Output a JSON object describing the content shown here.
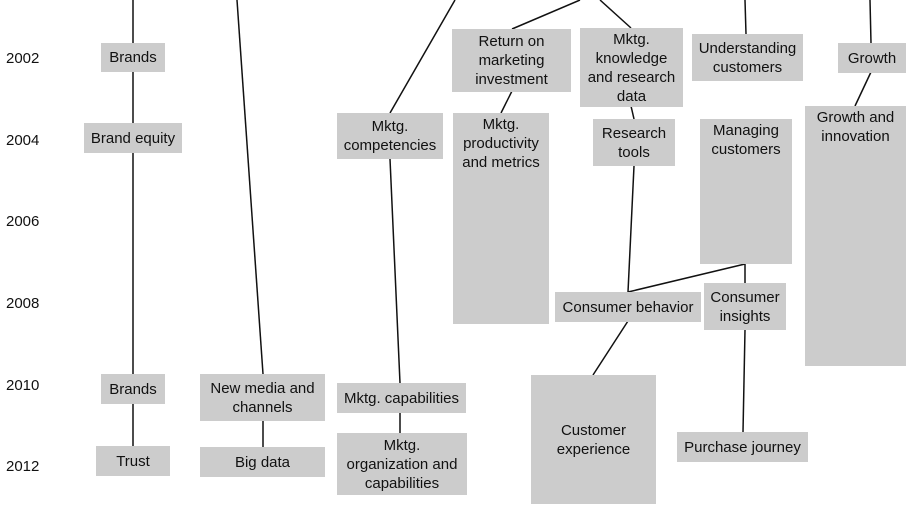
{
  "years": [
    "2002",
    "2004",
    "2006",
    "2008",
    "2010",
    "2012"
  ],
  "nodes": {
    "brands_2002": "Brands",
    "brand_equity": "Brand equity",
    "brands_2010": "Brands",
    "trust": "Trust",
    "new_media": "New media and\nchannels",
    "big_data": "Big data",
    "mktg_competencies": "Mktg.\ncompetencies",
    "mktg_capabilities": "Mktg. capabilities",
    "mktg_org": "Mktg.\norganization and\ncapabilities",
    "return_on_mktg": "Return on\nmarketing\ninvestment",
    "mktg_productivity": "Mktg.\nproductivity\nand metrics",
    "mktg_knowledge": "Mktg.\nknowledge\nand research\ndata",
    "research_tools": "Research\ntools",
    "consumer_behavior": "Consumer behavior",
    "customer_experience": "Customer\nexperience",
    "understanding_customers": "Understanding\ncustomers",
    "managing_customers": "Managing\ncustomers",
    "consumer_insights": "Consumer\ninsights",
    "purchase_journey": "Purchase journey",
    "growth": "Growth",
    "growth_innovation": "Growth and\ninnovation"
  },
  "edges": [
    [
      "top",
      "brands_2002"
    ],
    [
      "brands_2002",
      "brand_equity"
    ],
    [
      "brand_equity",
      "brands_2010"
    ],
    [
      "brands_2010",
      "trust"
    ],
    [
      "top",
      "new_media"
    ],
    [
      "new_media",
      "big_data"
    ],
    [
      "top",
      "mktg_competencies"
    ],
    [
      "mktg_competencies",
      "mktg_capabilities"
    ],
    [
      "mktg_capabilities",
      "mktg_org"
    ],
    [
      "top",
      "return_on_mktg"
    ],
    [
      "return_on_mktg",
      "mktg_productivity"
    ],
    [
      "top",
      "mktg_knowledge"
    ],
    [
      "mktg_knowledge",
      "research_tools"
    ],
    [
      "research_tools",
      "consumer_behavior"
    ],
    [
      "managing_customers",
      "consumer_behavior"
    ],
    [
      "consumer_behavior",
      "customer_experience"
    ],
    [
      "top",
      "understanding_customers"
    ],
    [
      "managing_customers",
      "consumer_insights"
    ],
    [
      "consumer_insights",
      "purchase_journey"
    ],
    [
      "top",
      "growth"
    ],
    [
      "growth",
      "growth_innovation"
    ]
  ]
}
